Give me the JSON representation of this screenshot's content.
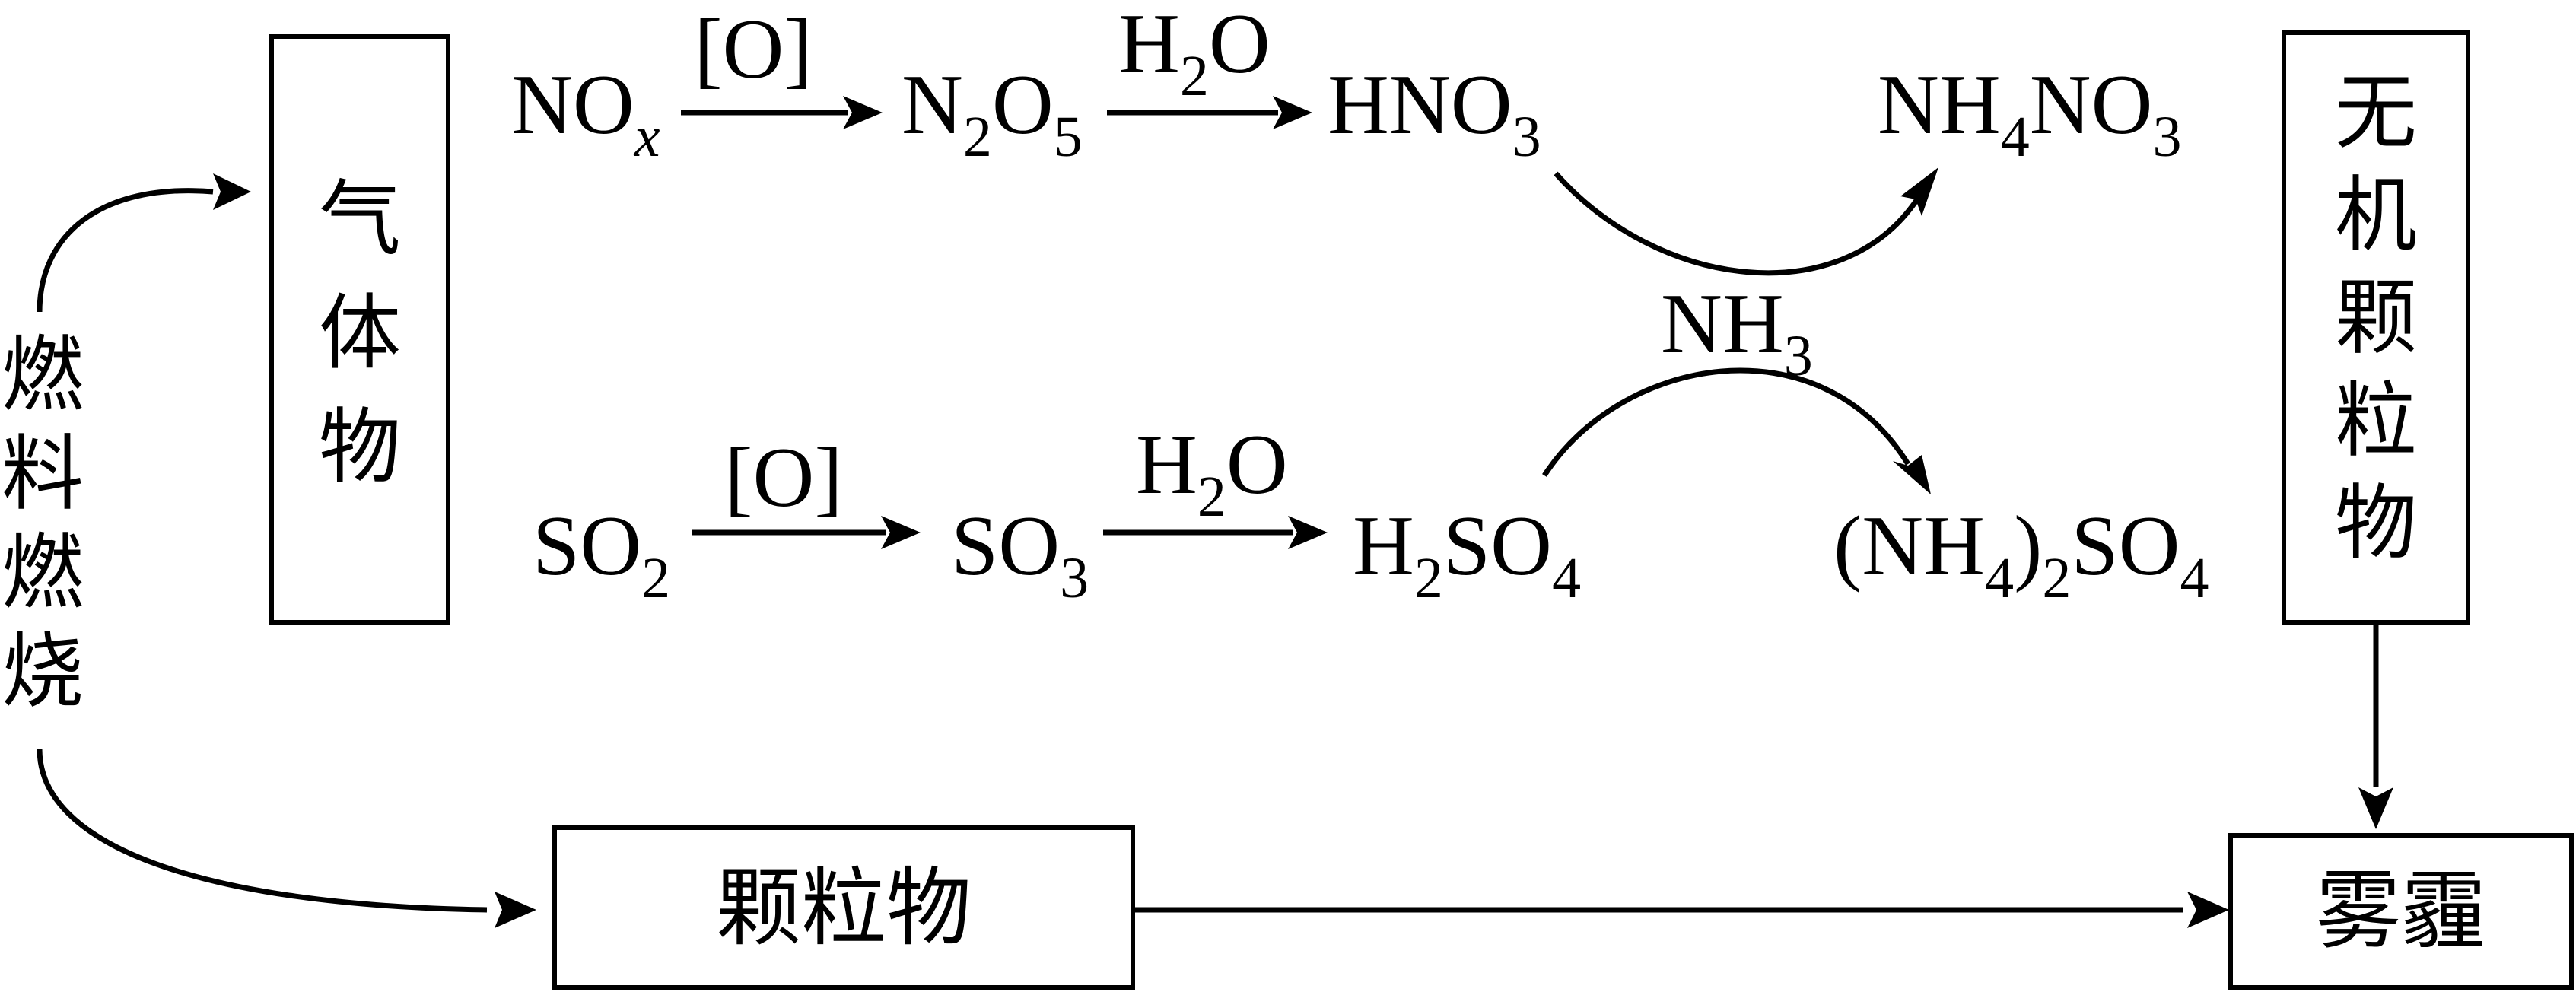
{
  "boxes": {
    "gaseous": "气体物",
    "inorganic_particulate": "无机颗粒物",
    "particulate": "颗粒物",
    "haze": "雾霾"
  },
  "source_label": "燃料燃烧",
  "species": {
    "nox": {
      "main": "NO",
      "sub": "x"
    },
    "n2o5": {
      "p1": "N",
      "s1": "2",
      "p2": "O",
      "s2": "5"
    },
    "hno3": {
      "main": "HNO",
      "sub": "3"
    },
    "nh4no3": {
      "p1": "NH",
      "s1": "4",
      "p2": "NO",
      "s2": "3"
    },
    "so2": {
      "main": "SO",
      "sub": "2"
    },
    "so3": {
      "main": "SO",
      "sub": "3"
    },
    "h2so4": {
      "p1": "H",
      "s1": "2",
      "p2": "SO",
      "s2": "4"
    },
    "nh4_2so4": {
      "p1": "(NH",
      "s1": "4",
      "p2": ")",
      "s2": "2",
      "p3": "SO",
      "s3": "4"
    }
  },
  "arrow_labels": {
    "oxidant_top": "[O]",
    "oxidant_bottom": "[O]",
    "water_top": {
      "p1": "H",
      "s1": "2",
      "p2": "O"
    },
    "water_bottom": {
      "p1": "H",
      "s1": "2",
      "p2": "O"
    },
    "ammonia": {
      "main": "NH",
      "sub": "3"
    }
  }
}
